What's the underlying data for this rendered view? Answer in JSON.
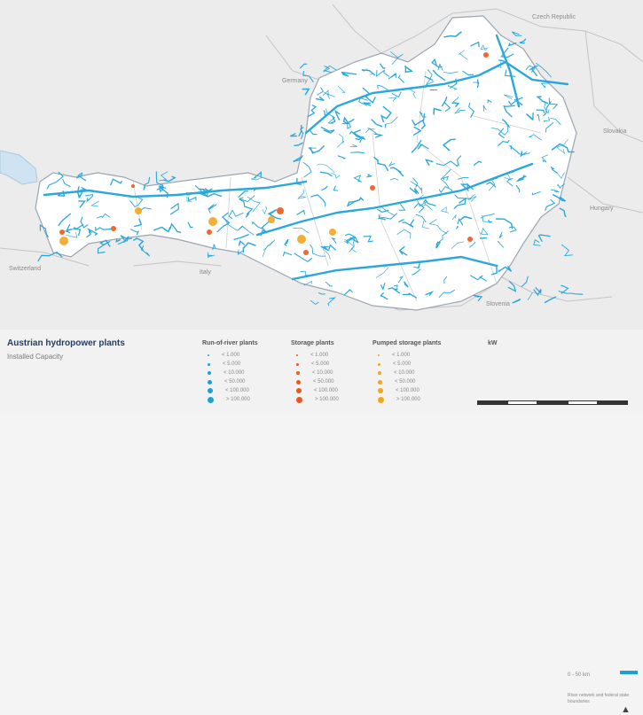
{
  "map": {
    "country_labels": [
      {
        "id": "czech",
        "text": "Czech Republic"
      },
      {
        "id": "germany",
        "text": "Germany"
      },
      {
        "id": "slovakia",
        "text": "Slovakia"
      },
      {
        "id": "hungary",
        "text": "Hungary"
      },
      {
        "id": "switzerland",
        "text": "Switzerland"
      },
      {
        "id": "italy",
        "text": "Italy"
      },
      {
        "id": "slovenia",
        "text": "Slovenia"
      }
    ]
  },
  "legend": {
    "title": "Austrian hydropower plants",
    "subtitle": "Installed Capacity",
    "columns": [
      {
        "title": "Run-of-river plants",
        "color": "#1e9fd4",
        "rows": [
          "< 1.000",
          "< 5.000",
          "< 10.000",
          "< 50.000",
          "< 100.000",
          "> 100.000"
        ]
      },
      {
        "title": "Storage plants",
        "color": "#e85a1c",
        "rows": [
          "< 1.000",
          "< 5.000",
          "< 10.000",
          "< 50.000",
          "< 100.000",
          "> 100.000"
        ]
      },
      {
        "title": "Pumped storage plants",
        "color": "#f2a51e",
        "rows": [
          "< 1.000",
          "< 5.000",
          "< 10.000",
          "< 50.000",
          "< 100.000",
          "> 100.000"
        ]
      }
    ],
    "unit": "kW",
    "scale_label": "0 - 50 km",
    "grid_note": "River network and federal state boundaries"
  },
  "colors": {
    "austria_fill": "#ffffff",
    "neighbour_fill": "#ececec",
    "border": "#b9b9b9",
    "river": "#2aa7dc",
    "lake": "#cfe3f2"
  }
}
